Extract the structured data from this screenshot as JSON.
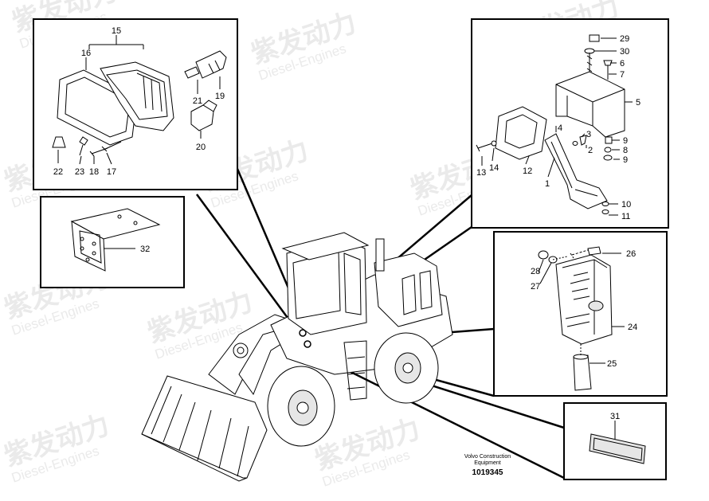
{
  "watermark": {
    "brand": "紫发动力",
    "sub": "Diesel-Engines"
  },
  "caption": {
    "line1": "Volvo Construction",
    "line2": "Equipment"
  },
  "figure_number": "1019345",
  "callouts": {
    "headlamp": [
      "15",
      "16",
      "21",
      "19",
      "20",
      "22",
      "23",
      "18",
      "17"
    ],
    "bracket_small": [
      "32"
    ],
    "mount": [
      "29",
      "30",
      "6",
      "7",
      "5",
      "4",
      "3",
      "2",
      "9",
      "8",
      "9",
      "13",
      "14",
      "12",
      "1",
      "10",
      "11"
    ],
    "rear_lamp": [
      "26",
      "28",
      "27",
      "24",
      "25"
    ],
    "reflector": [
      "31"
    ]
  }
}
